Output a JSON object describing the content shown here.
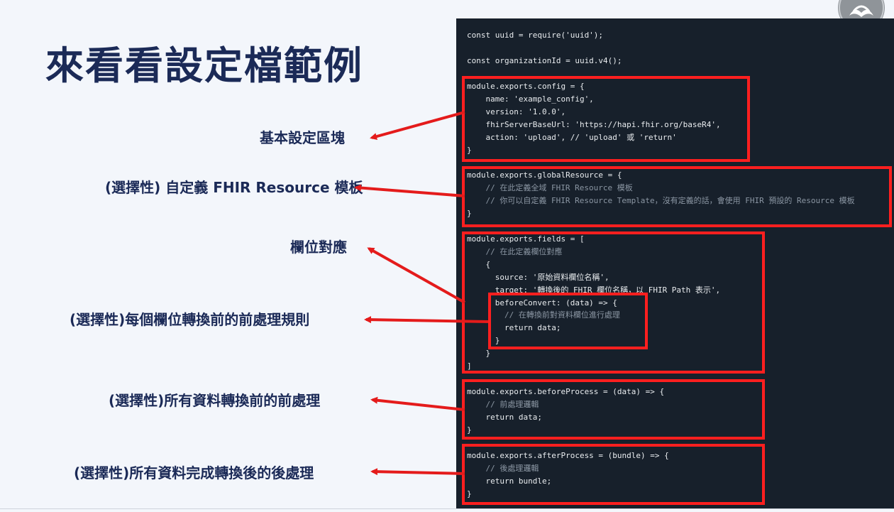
{
  "slide": {
    "title": "來看看設定檔範例",
    "labels": {
      "basic_config": "基本設定區塊",
      "global_resource": "(選擇性) 自定義 FHIR Resource 模板",
      "field_mapping": "欄位對應",
      "before_convert": "(選擇性)每個欄位轉換前的前處理規則",
      "before_process": "(選擇性)所有資料轉換前的前處理",
      "after_process": "(選擇性)所有資料完成轉換後的後處理"
    }
  },
  "code": {
    "header": [
      "const uuid = require('uuid');",
      "",
      "const organizationId = uuid.v4();"
    ],
    "config": [
      "module.exports.config = {",
      "    name: 'example_config',",
      "    version: '1.0.0',",
      "    fhirServerBaseUrl: 'https://hapi.fhir.org/baseR4',",
      "    action: 'upload', // 'upload' 或 'return'",
      "}"
    ],
    "global_resource": [
      "module.exports.globalResource = {",
      "    // 在此定義全域 FHIR Resource 模板",
      "    // 你可以自定義 FHIR Resource Template，沒有定義的話，會使用 FHIR 預設的 Resource 模板",
      "}"
    ],
    "fields": [
      "module.exports.fields = [",
      "    // 在此定義欄位對應",
      "    {",
      "      source: '原始資料欄位名稱',",
      "      target: '轉換後的 FHIR 欄位名稱，以 FHIR Path 表示',",
      "      beforeConvert: (data) => {",
      "        // 在轉換前對資料欄位進行處理",
      "        return data;",
      "      }",
      "    }",
      "]"
    ],
    "before_process": [
      "module.exports.beforeProcess = (data) => {",
      "    // 前處理邏輯",
      "    return data;",
      "}"
    ],
    "after_process": [
      "module.exports.afterProcess = (bundle) => {",
      "    // 後處理邏輯",
      "    return bundle;",
      "}"
    ]
  },
  "colors": {
    "title": "#1b2a57",
    "code_bg": "#17202b",
    "highlight": "#ff1f1f",
    "keyword": "#f58aa0",
    "property": "#7fb6f3",
    "comment": "#8b96a3"
  }
}
